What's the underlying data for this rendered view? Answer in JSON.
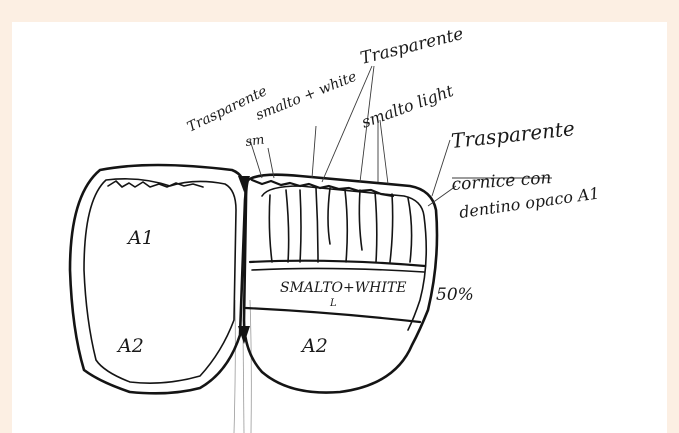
{
  "labels": {
    "trasparente_top": "Trasparente",
    "trasparente_left": "Trasparente",
    "smalto_white": "smalto + white",
    "smalto_light": "smalto light",
    "sm": "sm",
    "trasparente_right": "Trasparente",
    "cornice_line1": "cornice con",
    "cornice_line2": "dentino opaco A1",
    "a1": "A1",
    "a2_left": "A2",
    "a2_right": "A2",
    "band": "SMALTO+WHITE",
    "band_sub": "L",
    "percent": "50%"
  },
  "colors": {
    "background": "#fcefe3",
    "paper": "#ffffff",
    "ink": "#141414",
    "pencil": "#9a9a9a"
  }
}
